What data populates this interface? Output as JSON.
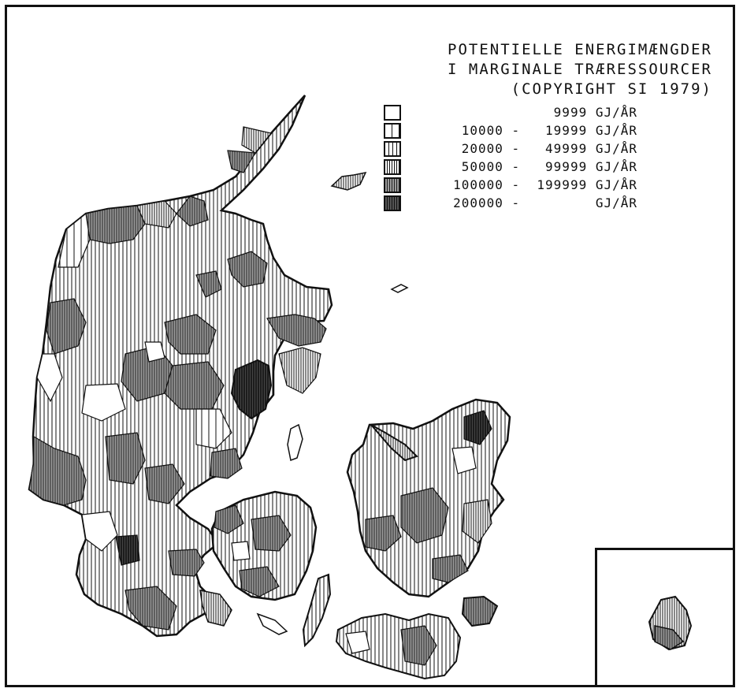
{
  "title": {
    "line1": "POTENTIELLE ENERGIMÆNGDER",
    "line2": "I MARGINALE TRÆRESSOURCER",
    "line3": "(COPYRIGHT SI 1979)"
  },
  "legend": {
    "items": [
      {
        "label": "            9999 GJ/ÅR",
        "pattern": "blank"
      },
      {
        "label": " 10000 -   19999 GJ/ÅR",
        "pattern": "sparse-vertical"
      },
      {
        "label": " 20000 -   49999 GJ/ÅR",
        "pattern": "medium-vertical"
      },
      {
        "label": " 50000 -   99999 GJ/ÅR",
        "pattern": "dense-vertical"
      },
      {
        "label": "100000 -  199999 GJ/ÅR",
        "pattern": "grey-vertical"
      },
      {
        "label": "200000 -         GJ/ÅR",
        "pattern": "dark-vertical"
      }
    ]
  },
  "colors": {
    "ink": "#111111",
    "paper": "#ffffff",
    "grey": "#999999",
    "dark": "#444444"
  }
}
